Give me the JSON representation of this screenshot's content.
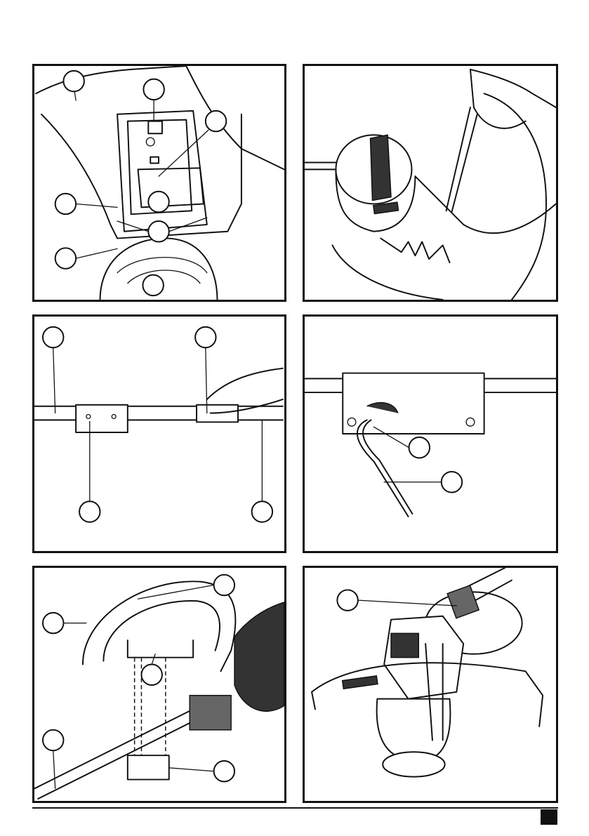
{
  "page": {
    "figures": [
      {
        "id": "p1",
        "subject": "mower-housing-top-view"
      },
      {
        "id": "p2",
        "subject": "screwdriver-removing-screw"
      },
      {
        "id": "p3",
        "subject": "tube-and-clamp-assembly"
      },
      {
        "id": "p4",
        "subject": "hex-key-tightening"
      },
      {
        "id": "p5",
        "subject": "auxiliary-handle-mounting"
      },
      {
        "id": "p6",
        "subject": "trimmer-head-rotation"
      }
    ],
    "footer": {
      "marker": ""
    },
    "colors": {
      "line": "#111111",
      "background": "#ffffff",
      "shade": "#666666"
    }
  }
}
